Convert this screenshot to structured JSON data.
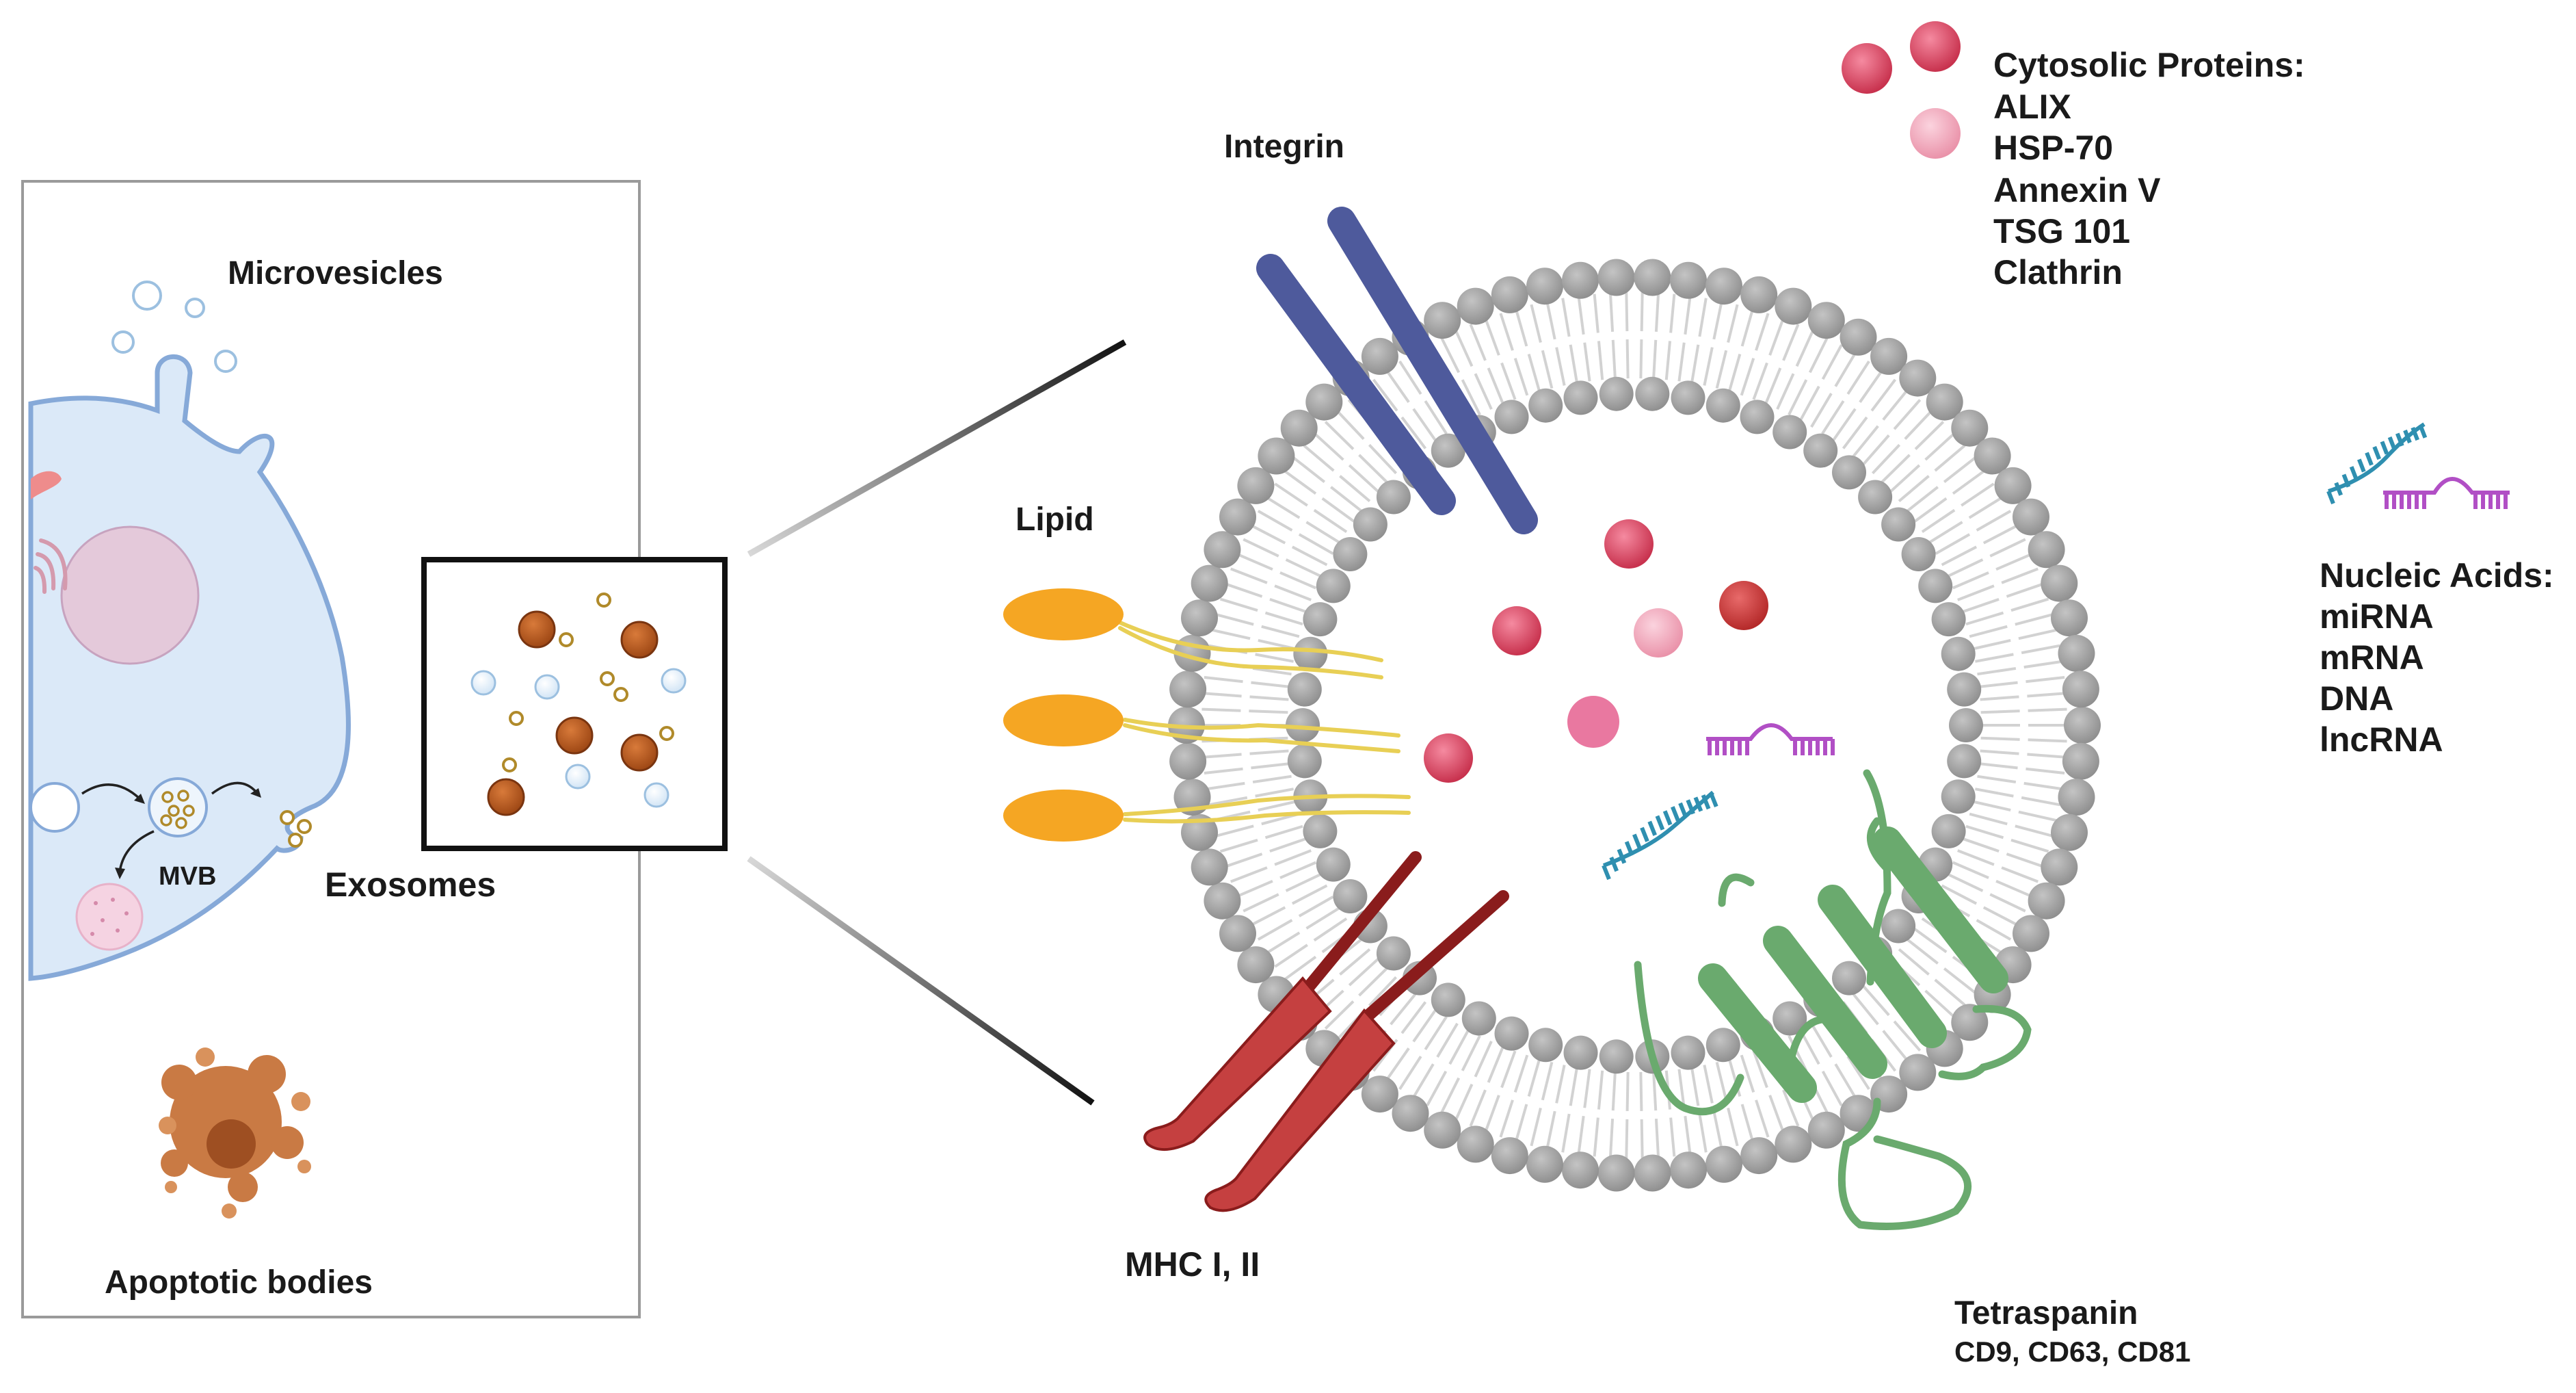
{
  "labels": {
    "microvesicles": "Microvesicles",
    "mvb": "MVB",
    "exosomes": "Exosomes",
    "apoptotic_bodies": "Apoptotic bodies",
    "integrin": "Integrin",
    "lipid": "Lipid",
    "mhc": "MHC I, II",
    "tetraspanin": "Tetraspanin",
    "tetraspanin_sub": "CD9, CD63, CD81"
  },
  "cytosolic_proteins": {
    "heading": "Cytosolic Proteins:",
    "items": [
      "ALIX",
      "HSP-70",
      "Annexin V",
      "TSG 101",
      "Clathrin"
    ]
  },
  "nucleic_acids": {
    "heading": "Nucleic Acids:",
    "items": [
      "miRNA",
      "mRNA",
      "DNA",
      "lncRNA"
    ]
  },
  "colors": {
    "cell_fill": "#dbe9f8",
    "cell_stroke": "#86a9d8",
    "lipid_head": "#9a9a9a",
    "integrin": "#4e5a9c",
    "lipid_anchor": "#f5a623",
    "lipid_tail": "#e8cf55",
    "mhc": "#c54040",
    "mhc_dark": "#8a1c1c",
    "tetraspanin": "#6aaa6e",
    "protein_dark": "#d8445f",
    "protein_light": "#f0a0b6",
    "rna_blue": "#2f8fb0",
    "rna_purple": "#b14fc5",
    "exosome_brown": "#b5571c",
    "apoptotic": "#c0703f"
  }
}
